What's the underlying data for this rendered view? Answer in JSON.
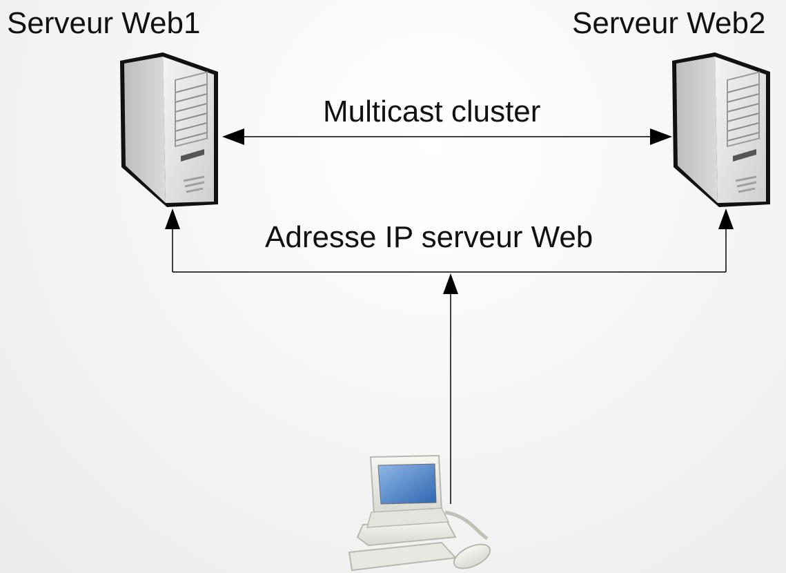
{
  "nodes": {
    "server1": {
      "label": "Serveur Web1",
      "icon": "server-tower-icon"
    },
    "server2": {
      "label": "Serveur Web2",
      "icon": "server-tower-icon"
    },
    "client": {
      "icon": "desktop-computer-icon"
    }
  },
  "edges": {
    "cluster": {
      "label": "Multicast cluster"
    },
    "client_to_servers": {
      "label": "Adresse IP serveur Web"
    }
  },
  "colors": {
    "line": "#000000",
    "server_body": "#e6e6e6",
    "screen": "#3a78c2"
  }
}
